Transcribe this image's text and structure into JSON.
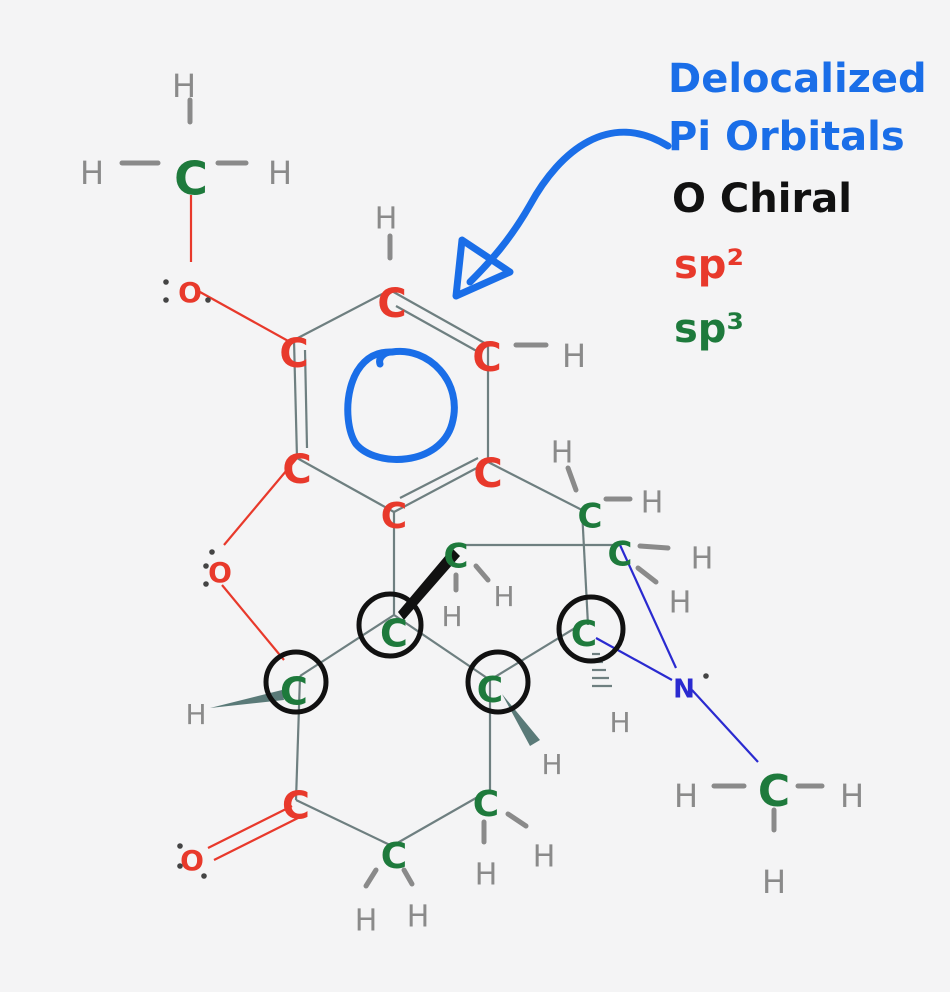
{
  "colors": {
    "sp2": "#e8392b",
    "sp3": "#1e7a3c",
    "hydrogen": "#8a8a8a",
    "oxygen": "#e8392b",
    "nitrogen": "#2a2ad0",
    "bond": "#6e7f80",
    "annotation_blue": "#1a6ee8",
    "chiral_marker": "#111111"
  },
  "legend": {
    "line1": "Delocalized",
    "line2": "Pi Orbitals",
    "chiral": "O Chiral",
    "sp2": "sp²",
    "sp3": "sp³"
  },
  "atoms": {
    "carbon": "C",
    "hydrogen": "H",
    "oxygen": "O",
    "nitrogen": "N"
  }
}
